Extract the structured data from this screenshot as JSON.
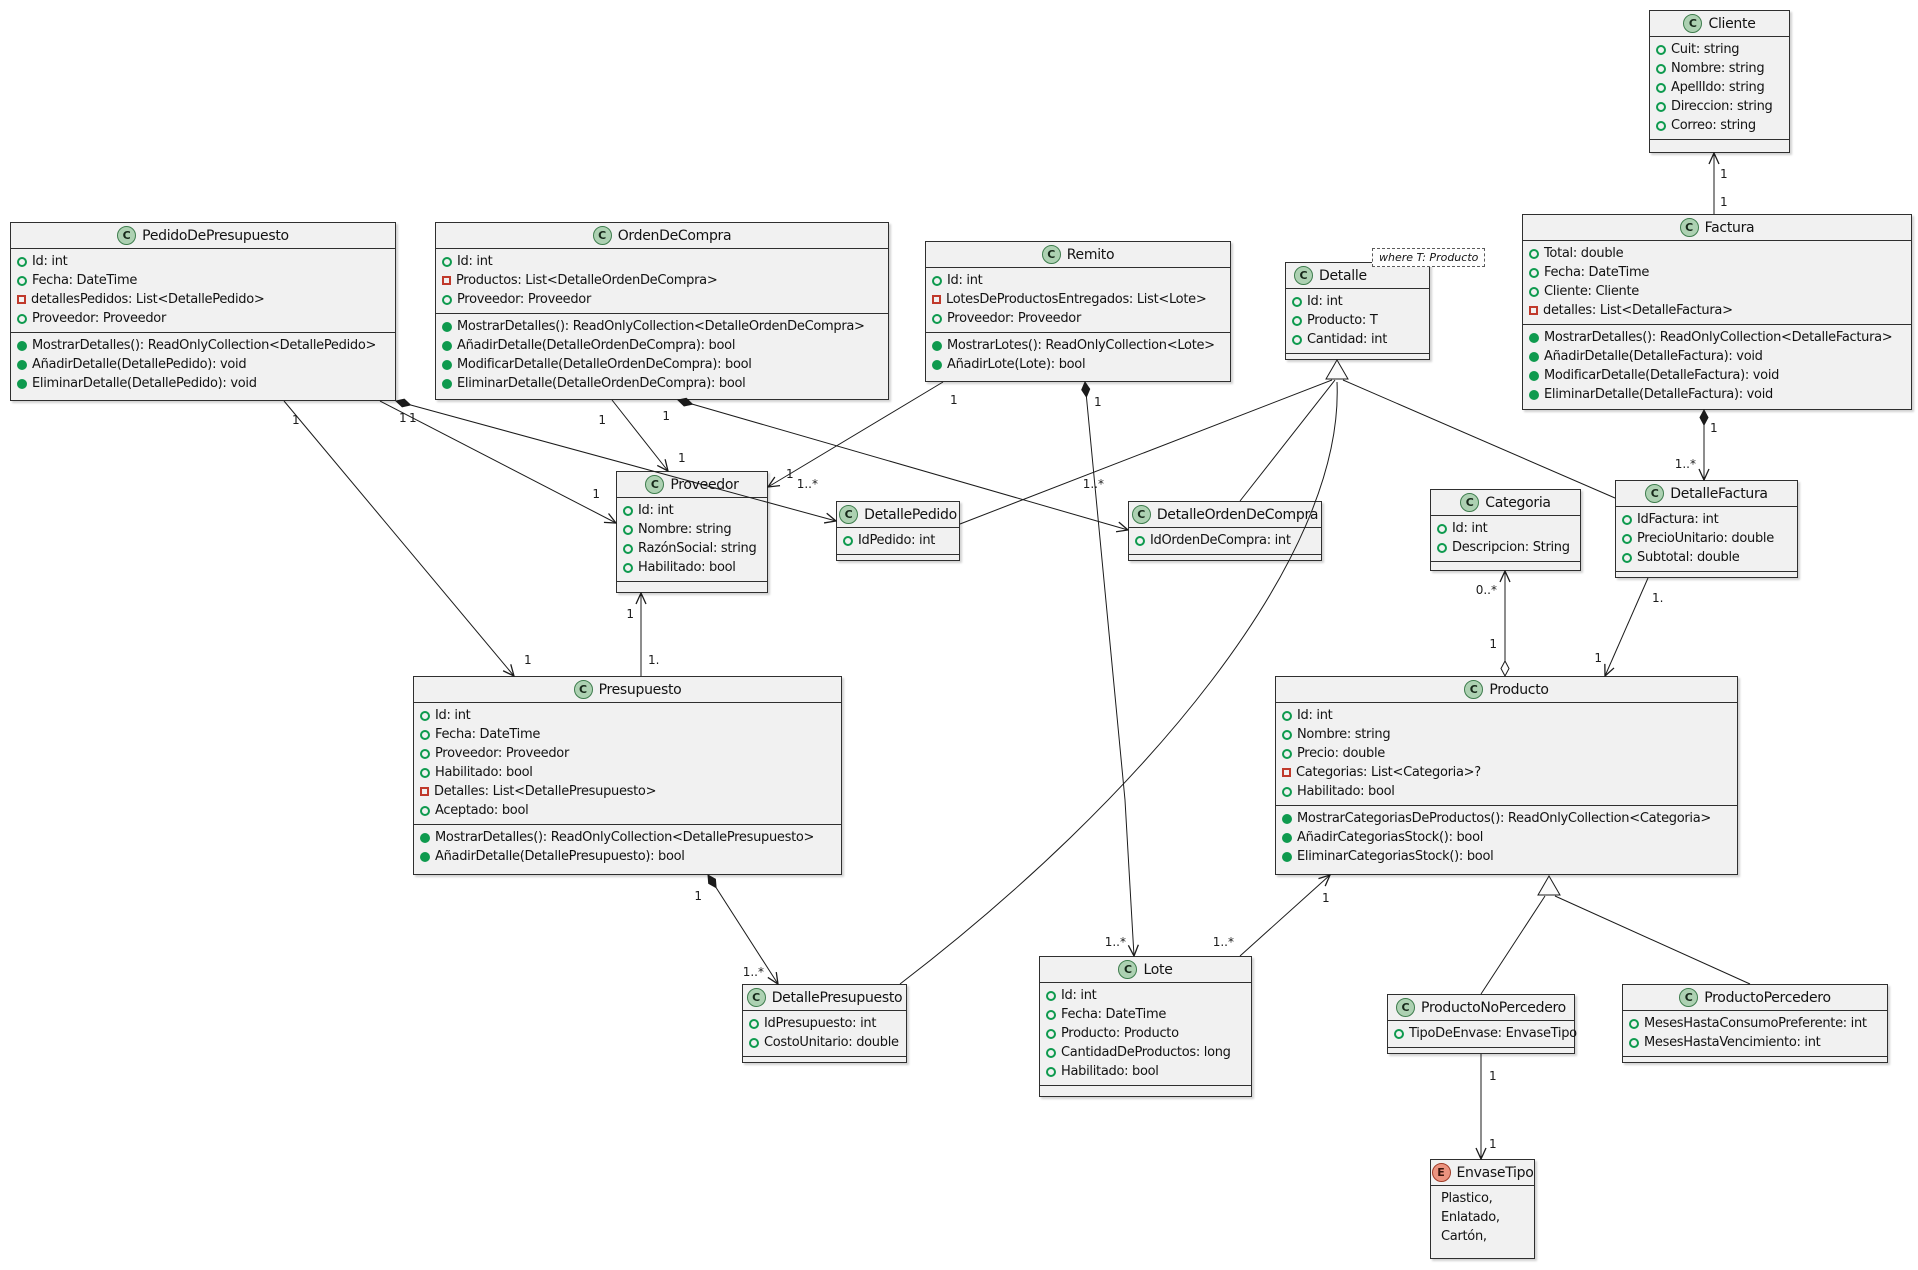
{
  "diagram": {
    "kind": "uml-class-diagram",
    "classes": [
      {
        "key": "cliente",
        "name": "Cliente",
        "kind": "class",
        "fields": [
          {
            "vis": "public",
            "text": "Cuit: string"
          },
          {
            "vis": "public",
            "text": "Nombre: string"
          },
          {
            "vis": "public",
            "text": "ApellIdo: string"
          },
          {
            "vis": "public",
            "text": "Direccion: string"
          },
          {
            "vis": "public",
            "text": "Correo: string"
          }
        ],
        "methods": []
      },
      {
        "key": "pedidoDePresupuesto",
        "name": "PedidoDePresupuesto",
        "kind": "class",
        "fields": [
          {
            "vis": "public",
            "text": "Id: int"
          },
          {
            "vis": "public",
            "text": "Fecha: DateTime"
          },
          {
            "vis": "private",
            "text": "detallesPedidos: List<DetallePedido>"
          },
          {
            "vis": "public",
            "text": "Proveedor: Proveedor"
          }
        ],
        "methods": [
          {
            "vis": "method",
            "text": "MostrarDetalles(): ReadOnlyCollection<DetallePedido>"
          },
          {
            "vis": "method",
            "text": "AñadirDetalle(DetallePedido): void"
          },
          {
            "vis": "method",
            "text": "EliminarDetalle(DetallePedido): void"
          }
        ]
      },
      {
        "key": "ordenDeCompra",
        "name": "OrdenDeCompra",
        "kind": "class",
        "fields": [
          {
            "vis": "public",
            "text": "Id: int"
          },
          {
            "vis": "private",
            "text": "Productos: List<DetalleOrdenDeCompra>"
          },
          {
            "vis": "public",
            "text": "Proveedor: Proveedor"
          }
        ],
        "methods": [
          {
            "vis": "method",
            "text": "MostrarDetalles(): ReadOnlyCollection<DetalleOrdenDeCompra>"
          },
          {
            "vis": "method",
            "text": "AñadirDetalle(DetalleOrdenDeCompra): bool"
          },
          {
            "vis": "method",
            "text": "ModificarDetalle(DetalleOrdenDeCompra): bool"
          },
          {
            "vis": "method",
            "text": "EliminarDetalle(DetalleOrdenDeCompra): bool"
          }
        ]
      },
      {
        "key": "remito",
        "name": "Remito",
        "kind": "class",
        "fields": [
          {
            "vis": "public",
            "text": "Id: int"
          },
          {
            "vis": "private",
            "text": "LotesDeProductosEntregados: List<Lote>"
          },
          {
            "vis": "public",
            "text": "Proveedor: Proveedor"
          }
        ],
        "methods": [
          {
            "vis": "method",
            "text": "MostrarLotes(): ReadOnlyCollection<Lote>"
          },
          {
            "vis": "method",
            "text": "AñadirLote(Lote): bool"
          }
        ]
      },
      {
        "key": "detalle",
        "name": "Detalle",
        "kind": "class",
        "fields": [
          {
            "vis": "public",
            "text": "Id: int"
          },
          {
            "vis": "public",
            "text": "Producto: T"
          },
          {
            "vis": "public",
            "text": "Cantidad: int"
          }
        ],
        "methods": []
      },
      {
        "key": "factura",
        "name": "Factura",
        "kind": "class",
        "fields": [
          {
            "vis": "public",
            "text": "Total: double"
          },
          {
            "vis": "public",
            "text": "Fecha: DateTime"
          },
          {
            "vis": "public",
            "text": "Cliente: Cliente"
          },
          {
            "vis": "private",
            "text": "detalles: List<DetalleFactura>"
          }
        ],
        "methods": [
          {
            "vis": "method",
            "text": "MostrarDetalles(): ReadOnlyCollection<DetalleFactura>"
          },
          {
            "vis": "method",
            "text": "AñadirDetalle(DetalleFactura): void"
          },
          {
            "vis": "method",
            "text": "ModificarDetalle(DetalleFactura): void"
          },
          {
            "vis": "method",
            "text": "EliminarDetalle(DetalleFactura): void"
          }
        ]
      },
      {
        "key": "proveedor",
        "name": "Proveedor",
        "kind": "class",
        "fields": [
          {
            "vis": "public",
            "text": "Id: int"
          },
          {
            "vis": "public",
            "text": "Nombre: string"
          },
          {
            "vis": "public",
            "text": "RazónSocial: string"
          },
          {
            "vis": "public",
            "text": "Habilitado: bool"
          }
        ],
        "methods": []
      },
      {
        "key": "detallePedido",
        "name": "DetallePedido",
        "kind": "class",
        "fields": [
          {
            "vis": "public",
            "text": "IdPedido: int"
          }
        ],
        "methods": []
      },
      {
        "key": "detalleOrdenDeCompra",
        "name": "DetalleOrdenDeCompra",
        "kind": "class",
        "fields": [
          {
            "vis": "public",
            "text": "IdOrdenDeCompra: int"
          }
        ],
        "methods": []
      },
      {
        "key": "categoria",
        "name": "Categoria",
        "kind": "class",
        "fields": [
          {
            "vis": "public",
            "text": "Id: int"
          },
          {
            "vis": "public",
            "text": "Descripcion: String"
          }
        ],
        "methods": []
      },
      {
        "key": "detalleFactura",
        "name": "DetalleFactura",
        "kind": "class",
        "fields": [
          {
            "vis": "public",
            "text": "IdFactura: int"
          },
          {
            "vis": "public",
            "text": "PrecioUnitario: double"
          },
          {
            "vis": "public",
            "text": "Subtotal: double"
          }
        ],
        "methods": []
      },
      {
        "key": "presupuesto",
        "name": "Presupuesto",
        "kind": "class",
        "fields": [
          {
            "vis": "public",
            "text": "Id: int"
          },
          {
            "vis": "public",
            "text": "Fecha: DateTime"
          },
          {
            "vis": "public",
            "text": "Proveedor: Proveedor"
          },
          {
            "vis": "public",
            "text": "Habilitado: bool"
          },
          {
            "vis": "private",
            "text": "Detalles: List<DetallePresupuesto>"
          },
          {
            "vis": "public",
            "text": "Aceptado: bool"
          }
        ],
        "methods": [
          {
            "vis": "method",
            "text": "MostrarDetalles(): ReadOnlyCollection<DetallePresupuesto>"
          },
          {
            "vis": "method",
            "text": "AñadirDetalle(DetallePresupuesto): bool"
          }
        ]
      },
      {
        "key": "producto",
        "name": "Producto",
        "kind": "class",
        "fields": [
          {
            "vis": "public",
            "text": "Id: int"
          },
          {
            "vis": "public",
            "text": "Nombre: string"
          },
          {
            "vis": "public",
            "text": "Precio: double"
          },
          {
            "vis": "private",
            "text": "Categorias: List<Categoria>?"
          },
          {
            "vis": "public",
            "text": "Habilitado: bool"
          }
        ],
        "methods": [
          {
            "vis": "method",
            "text": "MostrarCategoriasDeProductos(): ReadOnlyCollection<Categoria>"
          },
          {
            "vis": "method",
            "text": "AñadirCategoriasStock(): bool"
          },
          {
            "vis": "method",
            "text": "EliminarCategoriasStock(): bool"
          }
        ]
      },
      {
        "key": "detallePresupuesto",
        "name": "DetallePresupuesto",
        "kind": "class",
        "fields": [
          {
            "vis": "public",
            "text": "IdPresupuesto: int"
          },
          {
            "vis": "public",
            "text": "CostoUnitario: double"
          }
        ],
        "methods": []
      },
      {
        "key": "lote",
        "name": "Lote",
        "kind": "class",
        "fields": [
          {
            "vis": "public",
            "text": "Id: int"
          },
          {
            "vis": "public",
            "text": "Fecha: DateTime"
          },
          {
            "vis": "public",
            "text": "Producto: Producto"
          },
          {
            "vis": "public",
            "text": "CantidadDeProductos: long"
          },
          {
            "vis": "public",
            "text": "Habilitado: bool"
          }
        ],
        "methods": []
      },
      {
        "key": "productoNoPercedero",
        "name": "ProductoNoPercedero",
        "kind": "class",
        "fields": [
          {
            "vis": "public",
            "text": "TipoDeEnvase: EnvaseTipo"
          }
        ],
        "methods": []
      },
      {
        "key": "productoPercedero",
        "name": "ProductoPercedero",
        "kind": "class",
        "fields": [
          {
            "vis": "public",
            "text": "MesesHastaConsumoPreferente: int"
          },
          {
            "vis": "public",
            "text": "MesesHastaVencimiento: int"
          }
        ],
        "methods": []
      },
      {
        "key": "envaseTipo",
        "name": "EnvaseTipo",
        "kind": "enum",
        "fields": [
          {
            "text": "Plastico,"
          },
          {
            "text": "Enlatado,"
          },
          {
            "text": "Cartón,"
          }
        ],
        "methods": []
      }
    ],
    "note": {
      "text": "where T: Producto",
      "attached_to": "Detalle"
    },
    "relationships": [
      {
        "from": "Factura",
        "to": "Cliente",
        "type": "association",
        "from_label": "1",
        "to_label": "1"
      },
      {
        "from": "Factura",
        "to": "DetalleFactura",
        "type": "composition",
        "from_label": "1",
        "to_label": "1..*"
      },
      {
        "from": "DetalleFactura",
        "to": "Producto",
        "type": "association",
        "from_label": "1.",
        "to_label": "1"
      },
      {
        "from": "Producto",
        "to": "Categoria",
        "type": "aggregation",
        "from_label": "1",
        "to_label": "0..*"
      },
      {
        "from": "ProductoNoPercedero",
        "to": "Producto",
        "type": "inheritance",
        "from_label": "",
        "to_label": ""
      },
      {
        "from": "ProductoPercedero",
        "to": "Producto",
        "type": "inheritance",
        "from_label": "",
        "to_label": ""
      },
      {
        "from": "ProductoNoPercedero",
        "to": "EnvaseTipo",
        "type": "association",
        "from_label": "1",
        "to_label": "1"
      },
      {
        "from": "Lote",
        "to": "Producto",
        "type": "association",
        "from_label": "1..*",
        "to_label": "1"
      },
      {
        "from": "Remito",
        "to": "Lote",
        "type": "composition",
        "from_label": "1",
        "to_label": "1..*"
      },
      {
        "from": "DetallePedido",
        "to": "Detalle",
        "type": "inheritance",
        "from_label": "",
        "to_label": ""
      },
      {
        "from": "DetalleOrdenDeCompra",
        "to": "Detalle",
        "type": "inheritance",
        "from_label": "",
        "to_label": ""
      },
      {
        "from": "DetalleFactura",
        "to": "Detalle",
        "type": "inheritance",
        "from_label": "",
        "to_label": ""
      },
      {
        "from": "DetallePresupuesto",
        "to": "Detalle",
        "type": "inheritance",
        "from_label": "",
        "to_label": ""
      },
      {
        "from": "PedidoDePresupuesto",
        "to": "DetallePedido",
        "type": "composition",
        "from_label": "1",
        "to_label": "1..*"
      },
      {
        "from": "OrdenDeCompra",
        "to": "DetalleOrdenDeCompra",
        "type": "composition",
        "from_label": "1",
        "to_label": "1..*"
      },
      {
        "from": "OrdenDeCompra",
        "to": "Proveedor",
        "type": "association",
        "from_label": "1",
        "to_label": "1"
      },
      {
        "from": "PedidoDePresupuesto",
        "to": "Proveedor",
        "type": "association",
        "from_label": "1",
        "to_label": "1"
      },
      {
        "from": "Remito",
        "to": "Proveedor",
        "type": "association",
        "from_label": "1",
        "to_label": "1"
      },
      {
        "from": "Presupuesto",
        "to": "Proveedor",
        "type": "association",
        "from_label": "1.",
        "to_label": "1"
      },
      {
        "from": "PedidoDePresupuesto",
        "to": "Presupuesto",
        "type": "association",
        "from_label": "1",
        "to_label": "1"
      },
      {
        "from": "Presupuesto",
        "to": "DetallePresupuesto",
        "type": "composition",
        "from_label": "1",
        "to_label": "1..*"
      }
    ],
    "colors": {
      "class_bg": "#F1F1F1",
      "class_border": "#2F2F2F",
      "class_spot_bg": "#ADD1B2",
      "class_spot_border": "#3E7D4D",
      "enum_spot_bg": "#EB937F",
      "enum_spot_border": "#A03C28",
      "public_member_icon": "#0E9A4E",
      "private_member_icon": "#C0392B",
      "edge": "#1B1B1B",
      "canvas_bg": "#FFFFFF"
    }
  }
}
